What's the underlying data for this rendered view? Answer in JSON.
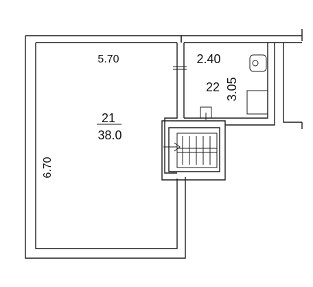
{
  "plan": {
    "rooms": [
      {
        "number": "21",
        "area": "38.0"
      },
      {
        "number": "22"
      }
    ],
    "dimensions": {
      "room21_width": "5.70",
      "room21_height": "6.70",
      "room22_width": "2.40",
      "room22_height": "3.05"
    },
    "colors": {
      "wall": "#1a1a1a",
      "background": "#ffffff"
    }
  }
}
